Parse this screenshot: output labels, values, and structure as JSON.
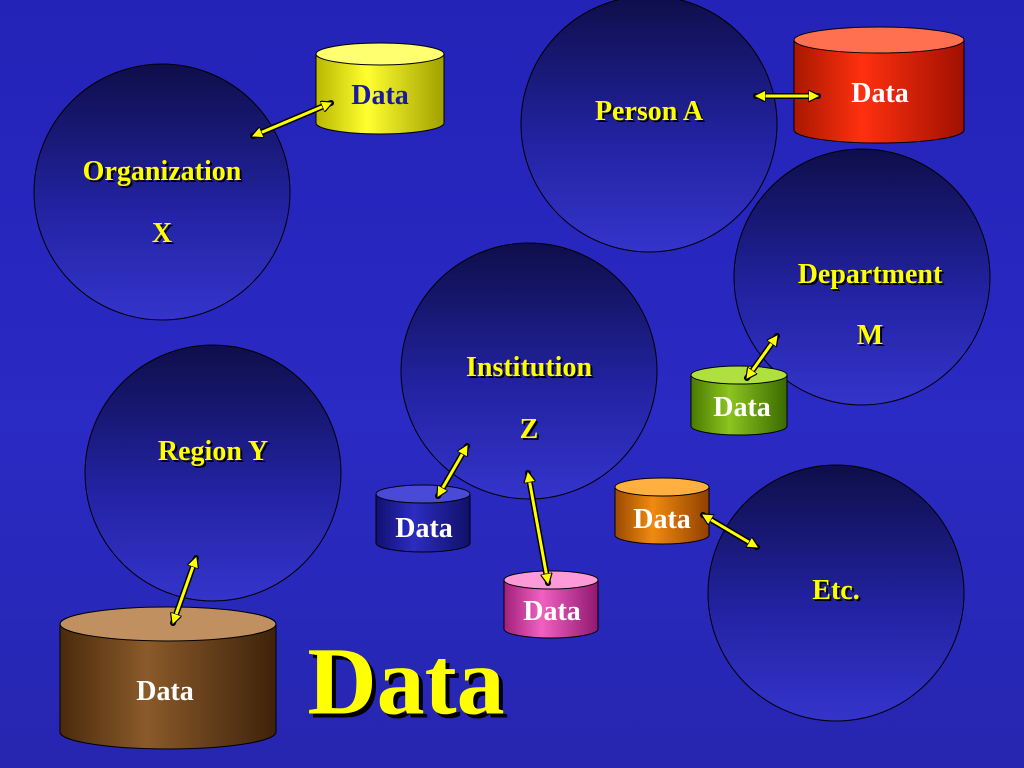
{
  "entities": {
    "organization": {
      "line1": "Organization",
      "line2": "X"
    },
    "person": {
      "line1": "Person A"
    },
    "department": {
      "line1": "Department",
      "line2": "M"
    },
    "institution": {
      "line1": "Institution",
      "line2": "Z"
    },
    "region": {
      "line1": "Region Y"
    },
    "etc": {
      "line1": "Etc."
    }
  },
  "databases": {
    "yellow": {
      "label": "Data",
      "color": "#f5f500",
      "text_color": "#1a1aa0"
    },
    "red": {
      "label": "Data",
      "color": "#e83010",
      "text_color": "#ffffff"
    },
    "green": {
      "label": "Data",
      "color": "#7aaa10",
      "text_color": "#ffffff"
    },
    "blue": {
      "label": "Data",
      "color": "#2424b0",
      "text_color": "#ffffff"
    },
    "orange": {
      "label": "Data",
      "color": "#e07a00",
      "text_color": "#ffffff"
    },
    "pink": {
      "label": "Data",
      "color": "#e050b0",
      "text_color": "#ffffff"
    },
    "brown": {
      "label": "Data",
      "color": "#7a4a20",
      "text_color": "#ffffff"
    }
  },
  "title": "Data",
  "colors": {
    "arrow": "#ffff00",
    "circle_top": "#101050",
    "circle_bottom": "#3030c8"
  }
}
